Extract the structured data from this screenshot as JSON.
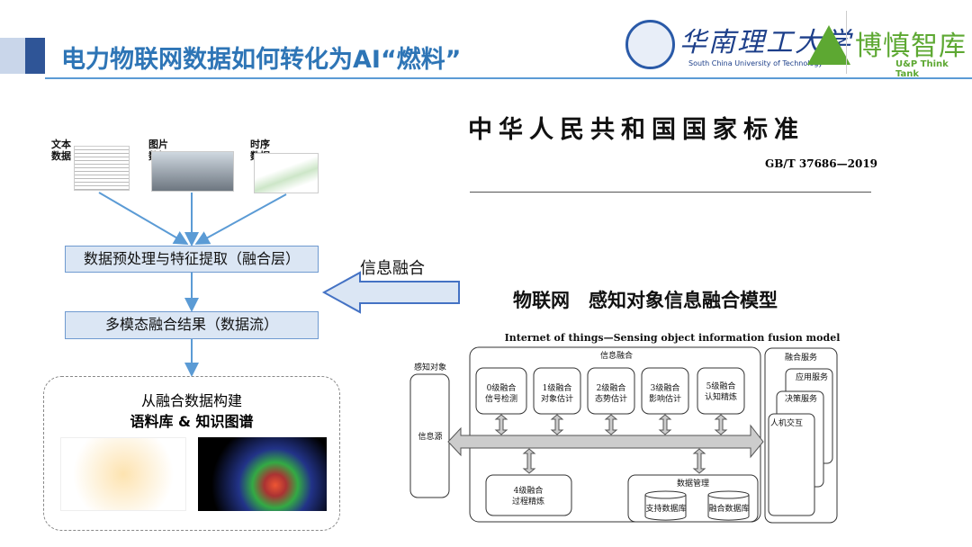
{
  "header": {
    "title": "电力物联网数据如何转化为AI“燃料”",
    "university_cn": "华南理工大学",
    "university_en": "South China University of Technology",
    "thinktank_cn": "博慎智库",
    "thinktank_en": "U&P Think Tank"
  },
  "left": {
    "sources": [
      {
        "label1": "文本",
        "label2": "数据"
      },
      {
        "label1": "图片",
        "label2": "数据"
      },
      {
        "label1": "时序",
        "label2": "数据"
      }
    ],
    "step1": "数据预处理与特征提取（融合层）",
    "step2": "多模态融合结果（数据流）",
    "result_line1": "从融合数据构建",
    "result_line2": "语料库 & 知识图谱"
  },
  "arrow_label": "信息融合",
  "standard": {
    "title": "中华人民共和国国家标准",
    "number": "GB/T 37686—2019"
  },
  "model": {
    "title": "物联网　感知对象信息融合模型",
    "subtitle": "Internet of things—Sensing object information fusion model",
    "sensing_label": "感知对象",
    "source": "信息源",
    "fusion_label": "信息融合",
    "levels": [
      [
        "0级融合",
        "信号检测"
      ],
      [
        "1级融合",
        "对象估计"
      ],
      [
        "2级融合",
        "态势估计"
      ],
      [
        "3级融合",
        "影响估计"
      ],
      [
        "5级融合",
        "认知精炼"
      ]
    ],
    "level4": [
      "4级融合",
      "过程精炼"
    ],
    "data_mgmt": "数据管理",
    "db1": "支持数据库",
    "db2": "融合数据库",
    "services_label": "融合服务",
    "services": [
      "应用服务",
      "决策服务",
      "人机交互"
    ]
  },
  "colors": {
    "accent": "#2e75b6",
    "green": "#5da832"
  }
}
